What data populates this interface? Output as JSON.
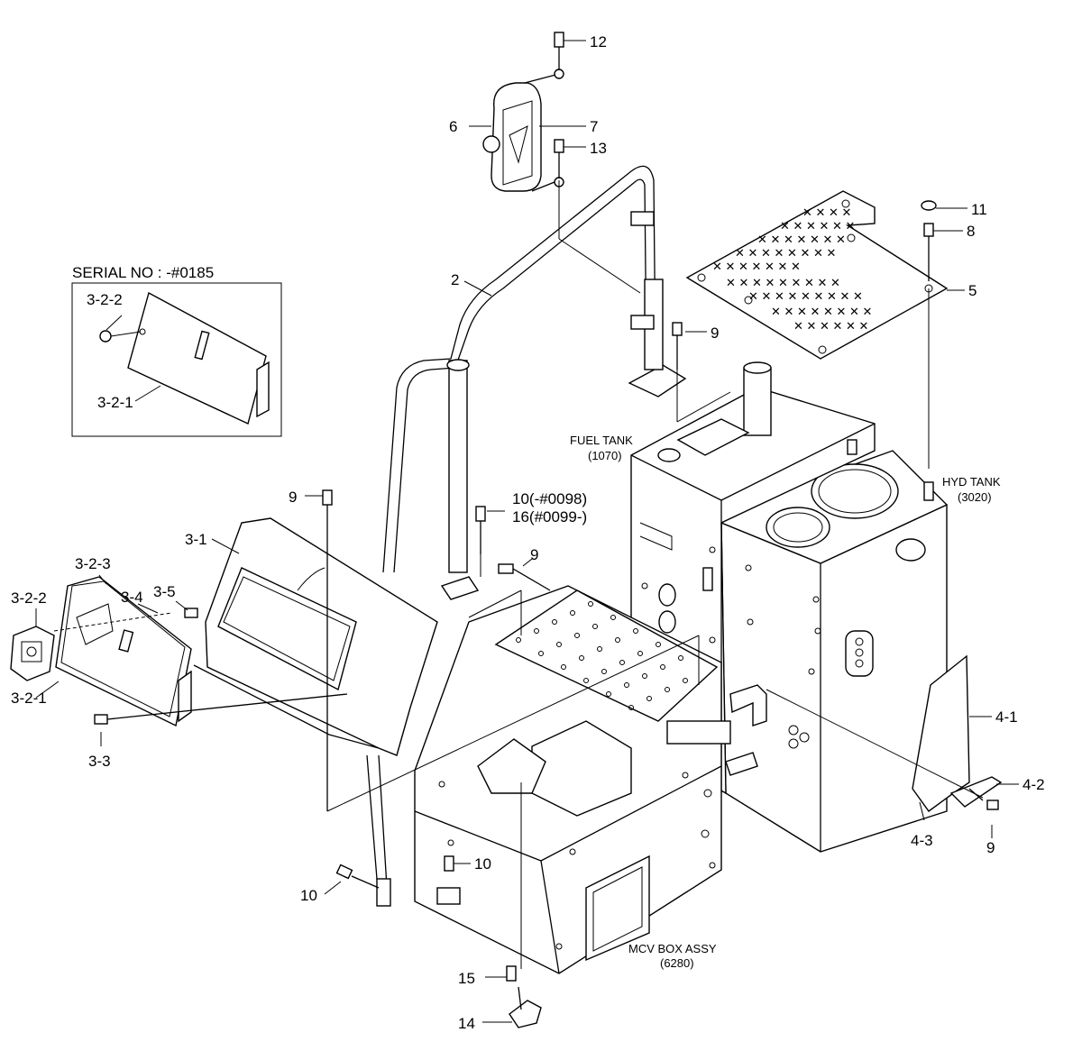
{
  "serial_box": {
    "title": "SERIAL NO : -#0185"
  },
  "labels": {
    "p12": "12",
    "p6": "6",
    "p7": "7",
    "p13": "13",
    "p11": "11",
    "p8": "8",
    "p2": "2",
    "p5": "5",
    "p9a": "9",
    "p9b": "9",
    "p9c": "9",
    "p9d": "9",
    "p10a": "10(-#0098)",
    "p16": "16(#0099-)",
    "p3_1": "3-1",
    "p3_2_3": "3-2-3",
    "p3_2_2a": "3-2-2",
    "p3_2_2b": "3-2-2",
    "p3_2_1a": "3-2-1",
    "p3_2_1b": "3-2-1",
    "p3_4": "3-4",
    "p3_5": "3-5",
    "p3_3": "3-3",
    "p4_1": "4-1",
    "p4_2": "4-2",
    "p4_3": "4-3",
    "p10b": "10",
    "p10c": "10",
    "p15": "15",
    "p14": "14"
  },
  "notes": {
    "fuel_tank": "FUEL TANK",
    "fuel_tank_code": "(1070)",
    "hyd_tank": "HYD TANK",
    "hyd_tank_code": "(3020)",
    "mcv_box": "MCV BOX ASSY",
    "mcv_box_code": "(6280)"
  }
}
